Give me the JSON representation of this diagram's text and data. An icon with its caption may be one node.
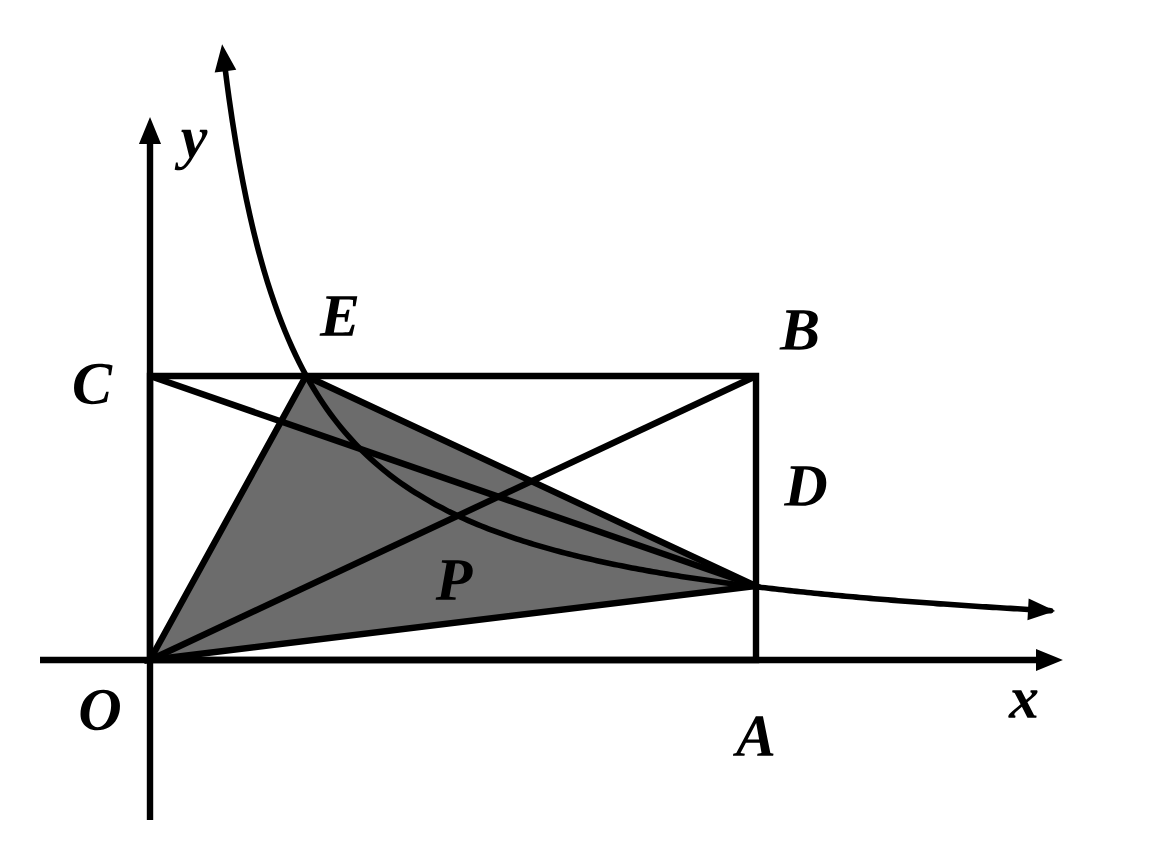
{
  "diagram": {
    "labels": [
      "y",
      "C",
      "E",
      "B",
      "D",
      "P",
      "O",
      "A",
      "x"
    ]
  }
}
